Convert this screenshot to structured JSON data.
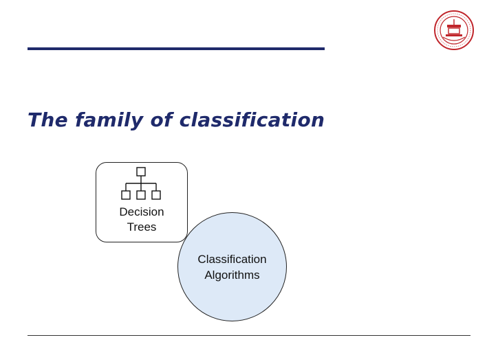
{
  "slide": {
    "title": "The family of classification"
  },
  "diagram": {
    "nodes": [
      {
        "id": "decision-trees",
        "shape": "rounded-rectangle",
        "icon": "hierarchy-tree-icon",
        "label_lines": [
          "Decision",
          "Trees"
        ]
      },
      {
        "id": "classification-algorithms",
        "shape": "circle",
        "fill": "#dde9f7",
        "label_lines": [
          "Classification",
          "Algorithms"
        ]
      }
    ]
  },
  "colors": {
    "title": "#1f2a6b",
    "top_rule": "#1f2a6b",
    "logo": "#c0252b",
    "circle_fill": "#dde9f7"
  },
  "logo": {
    "icon": "university-seal-icon"
  }
}
